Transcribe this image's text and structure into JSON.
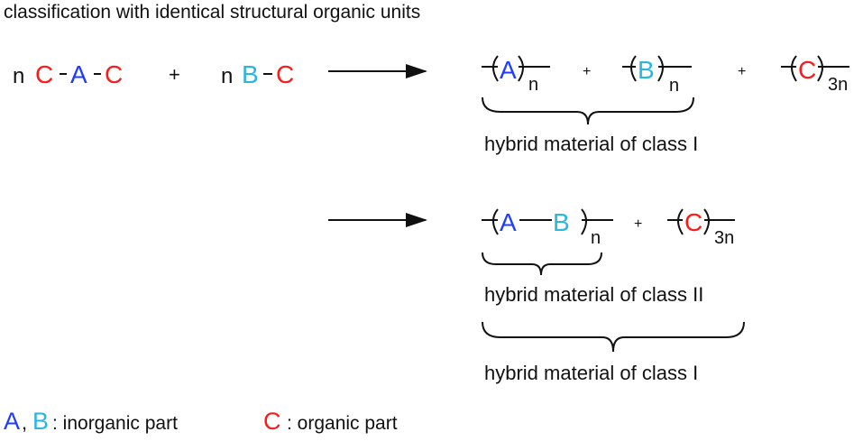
{
  "title": "classification with identical structural organic units",
  "reactants": {
    "coef1": "n",
    "c1": "C",
    "dash": "-",
    "a": "A",
    "c2": "C",
    "plus": "+",
    "coef2": "n",
    "b": "B",
    "c3": "C"
  },
  "product1": {
    "a": "A",
    "a_sub": "n",
    "plus1": "+",
    "b": "B",
    "b_sub": "n",
    "plus2": "+",
    "c": "C",
    "c_sub": "3n",
    "label": "hybrid material of class I"
  },
  "product2": {
    "a": "A",
    "b": "B",
    "ab_sub": "n",
    "plus": "+",
    "c": "C",
    "c_sub": "3n",
    "label_inner": "hybrid material of class II",
    "label_outer": "hybrid material of class I"
  },
  "legend": {
    "a": "A",
    "comma": ",",
    "b": "B",
    "inorganic": ": inorganic part",
    "c": "C",
    "organic": ": organic part"
  },
  "colors": {
    "organic": "#ff1a1a",
    "inorganic_a": "#1f3cff",
    "inorganic_b": "#2bb5e3"
  }
}
